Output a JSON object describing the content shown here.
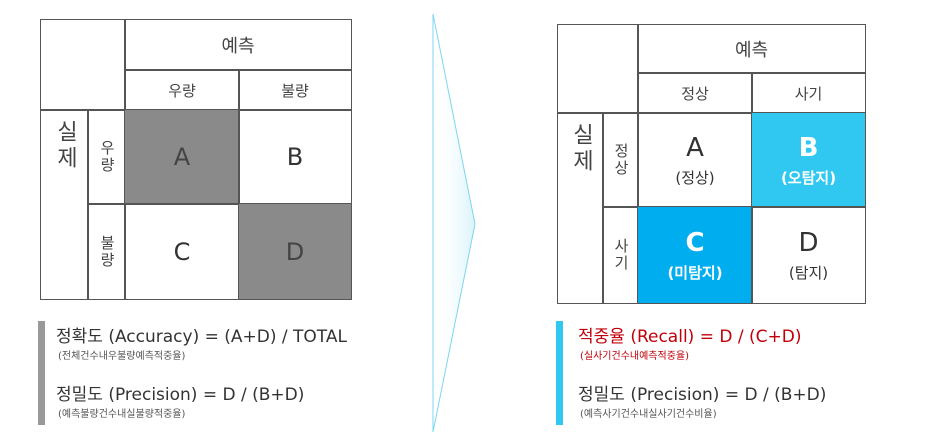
{
  "left": {
    "predicted_header": "예측",
    "col_labels": [
      "우량",
      "불량"
    ],
    "actual_header": "실제",
    "row_labels": [
      "우량",
      "불량"
    ],
    "cells": [
      "A",
      "B",
      "C",
      "D"
    ],
    "formulas": [
      {
        "main": "정확도 (Accuracy) = (A+D) / TOTAL",
        "note": "(전체건수내우불량예측적중율)"
      },
      {
        "main": "정밀도 (Precision) = D / (B+D)",
        "note": "(예측불량건수내실불량적중율)"
      }
    ],
    "bar_color": "#999999",
    "highlight_color": "#8a8a8a"
  },
  "right": {
    "predicted_header": "예측",
    "col_labels": [
      "정상",
      "사기"
    ],
    "actual_header": "실제",
    "row_labels": [
      "정상",
      "사기"
    ],
    "cells": [
      {
        "letter": "A",
        "sub": "(정상)"
      },
      {
        "letter": "B",
        "sub": "(오탐지)"
      },
      {
        "letter": "C",
        "sub": "(미탐지)"
      },
      {
        "letter": "D",
        "sub": "(탐지)"
      }
    ],
    "formulas": [
      {
        "main": "적중율 (Recall) = D / (C+D)",
        "note": "(실사기건수내예측적중율)"
      },
      {
        "main": "정밀도 (Precision) = D / (B+D)",
        "note": "(예측사기건수내실사기건수비율)"
      }
    ],
    "bar_color": "#30c8f0",
    "colors": {
      "B": "#30c8f0",
      "C": "#00adef",
      "recall": "#c0000a"
    }
  }
}
